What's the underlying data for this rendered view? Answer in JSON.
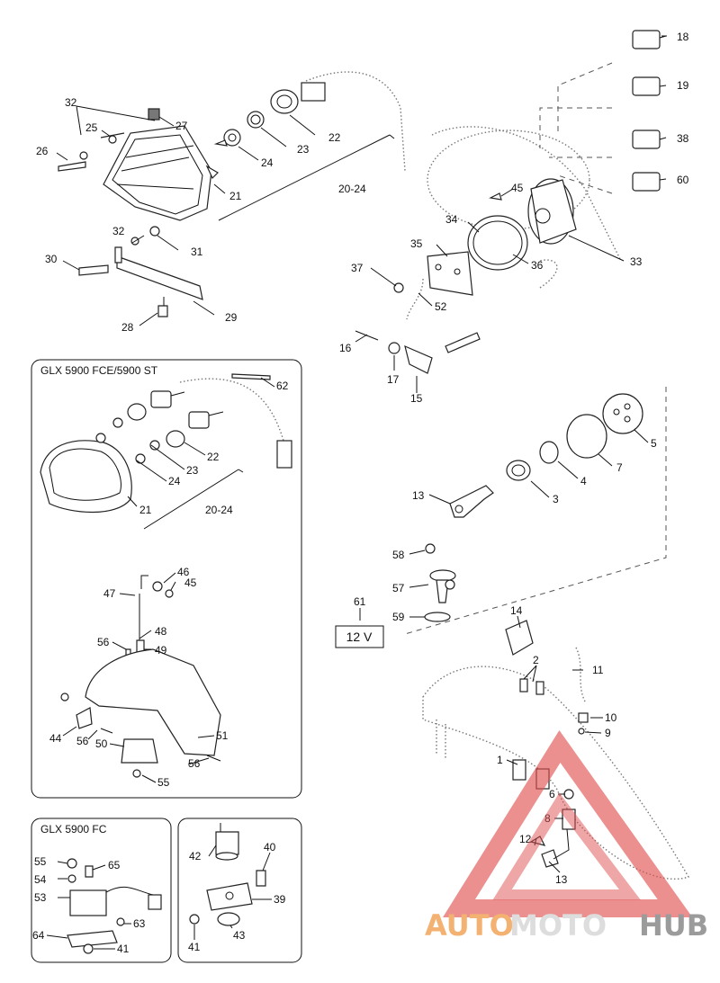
{
  "sections": {
    "glx_fce_st": "GLX 5900 FCE/5900 ST",
    "glx_fc": "GLX 5900 FC"
  },
  "voltage_label": "12 V",
  "watermark": {
    "part1": "AUTO",
    "part2": "MOTO",
    "part3": "HUB"
  },
  "colors": {
    "watermark_triangle": "#e05050",
    "watermark_orange": "#f2a45a"
  },
  "callouts": {
    "c18": "18",
    "c19": "19",
    "c38": "38",
    "c60": "60",
    "c32a": "32",
    "c27": "27",
    "c25": "25",
    "c26": "26",
    "c21a": "21",
    "c22a": "22",
    "c23a": "23",
    "c24a": "24",
    "c20_24a": "20-24",
    "c45a": "45",
    "c34": "34",
    "c35": "35",
    "c33": "33",
    "c36": "36",
    "c37": "37",
    "c52": "52",
    "c32b": "32",
    "c31": "31",
    "c30": "30",
    "c28": "28",
    "c29": "29",
    "c16": "16",
    "c17": "17",
    "c15": "15",
    "c62": "62",
    "c22b": "22",
    "c23b": "23",
    "c24b": "24",
    "c21b": "21",
    "c20_24b": "20-24",
    "c5": "5",
    "c7": "7",
    "c4": "4",
    "c3": "3",
    "c13a": "13",
    "c58": "58",
    "c57": "57",
    "c61": "61",
    "c59": "59",
    "c14": "14",
    "c2": "2",
    "c11": "11",
    "c10": "10",
    "c9": "9",
    "c1": "1",
    "c6": "6",
    "c8": "8",
    "c12": "12",
    "c13b": "13",
    "c46": "46",
    "c45b": "45",
    "c47": "47",
    "c48": "48",
    "c56a": "56",
    "c49": "49",
    "c44": "44",
    "c56b": "56",
    "c50": "50",
    "c51": "51",
    "c56c": "56",
    "c55a": "55",
    "c55b": "55",
    "c65": "65",
    "c54": "54",
    "c53": "53",
    "c63": "63",
    "c64": "64",
    "c41a": "41",
    "c42": "42",
    "c40": "40",
    "c39": "39",
    "c41b": "41",
    "c43": "43"
  }
}
